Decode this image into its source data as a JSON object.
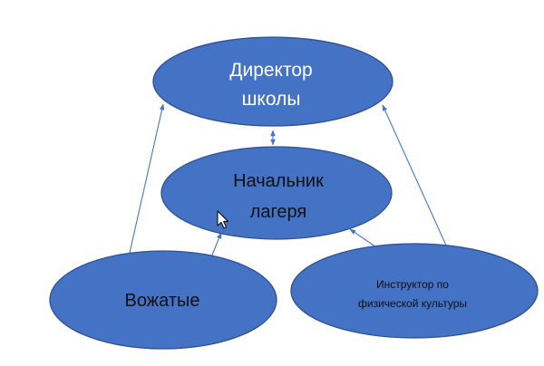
{
  "nodes": {
    "director": {
      "line1": "Директор",
      "line2": "школы"
    },
    "camp_head": {
      "line1": "Начальник",
      "line2": "лагеря"
    },
    "counselors": {
      "line1": "Вожатые"
    },
    "instructor": {
      "line1": "Инструктор по",
      "line2": "физической культуры"
    }
  },
  "colors": {
    "node_fill": "#4472c4",
    "node_stroke": "#2f528f",
    "connector": "#4a76bf",
    "background": "#ffffff"
  },
  "icons": {
    "cursor": "mouse-pointer-icon"
  }
}
